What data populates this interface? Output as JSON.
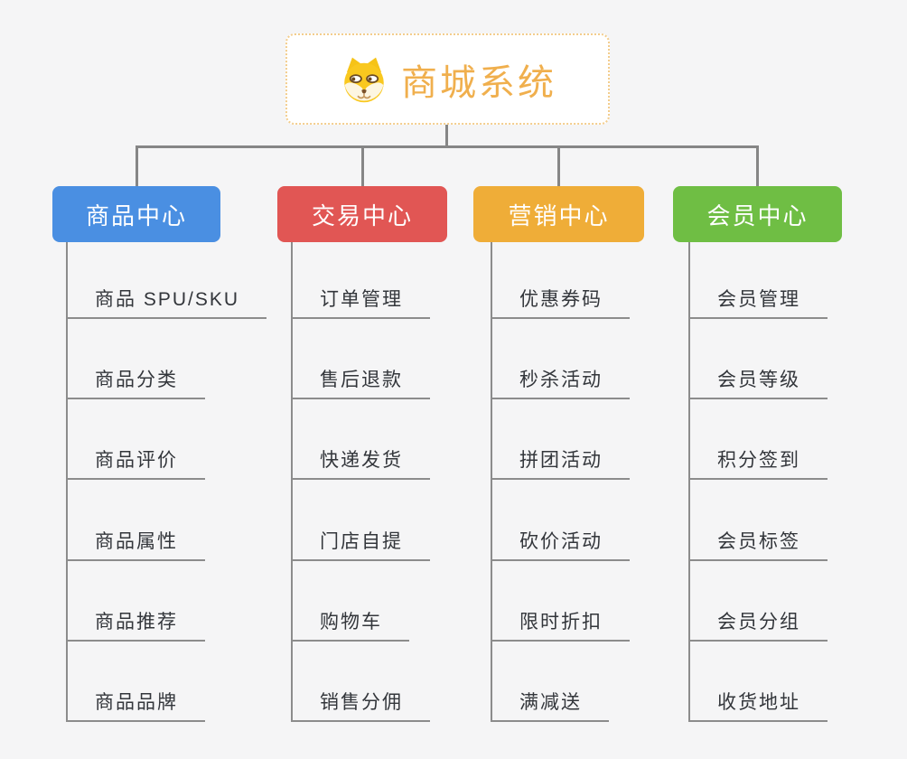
{
  "root": {
    "title": "商城系统",
    "icon": "dog-face-icon",
    "title_color": "#F0AF4D",
    "border_color": "#F3CD8D"
  },
  "connector_color": "#868686",
  "branches": [
    {
      "id": "product-center",
      "label": "商品中心",
      "color": "#4A8FE2",
      "children": [
        "商品 SPU/SKU",
        "商品分类",
        "商品评价",
        "商品属性",
        "商品推荐",
        "商品品牌"
      ]
    },
    {
      "id": "trade-center",
      "label": "交易中心",
      "color": "#E15654",
      "children": [
        "订单管理",
        "售后退款",
        "快递发货",
        "门店自提",
        "购物车",
        "销售分佣"
      ]
    },
    {
      "id": "marketing-center",
      "label": "营销中心",
      "color": "#EFAD38",
      "children": [
        "优惠券码",
        "秒杀活动",
        "拼团活动",
        "砍价活动",
        "限时折扣",
        "满减送"
      ]
    },
    {
      "id": "member-center",
      "label": "会员中心",
      "color": "#6FBE44",
      "children": [
        "会员管理",
        "会员等级",
        "积分签到",
        "会员标签",
        "会员分组",
        "收货地址"
      ]
    }
  ]
}
